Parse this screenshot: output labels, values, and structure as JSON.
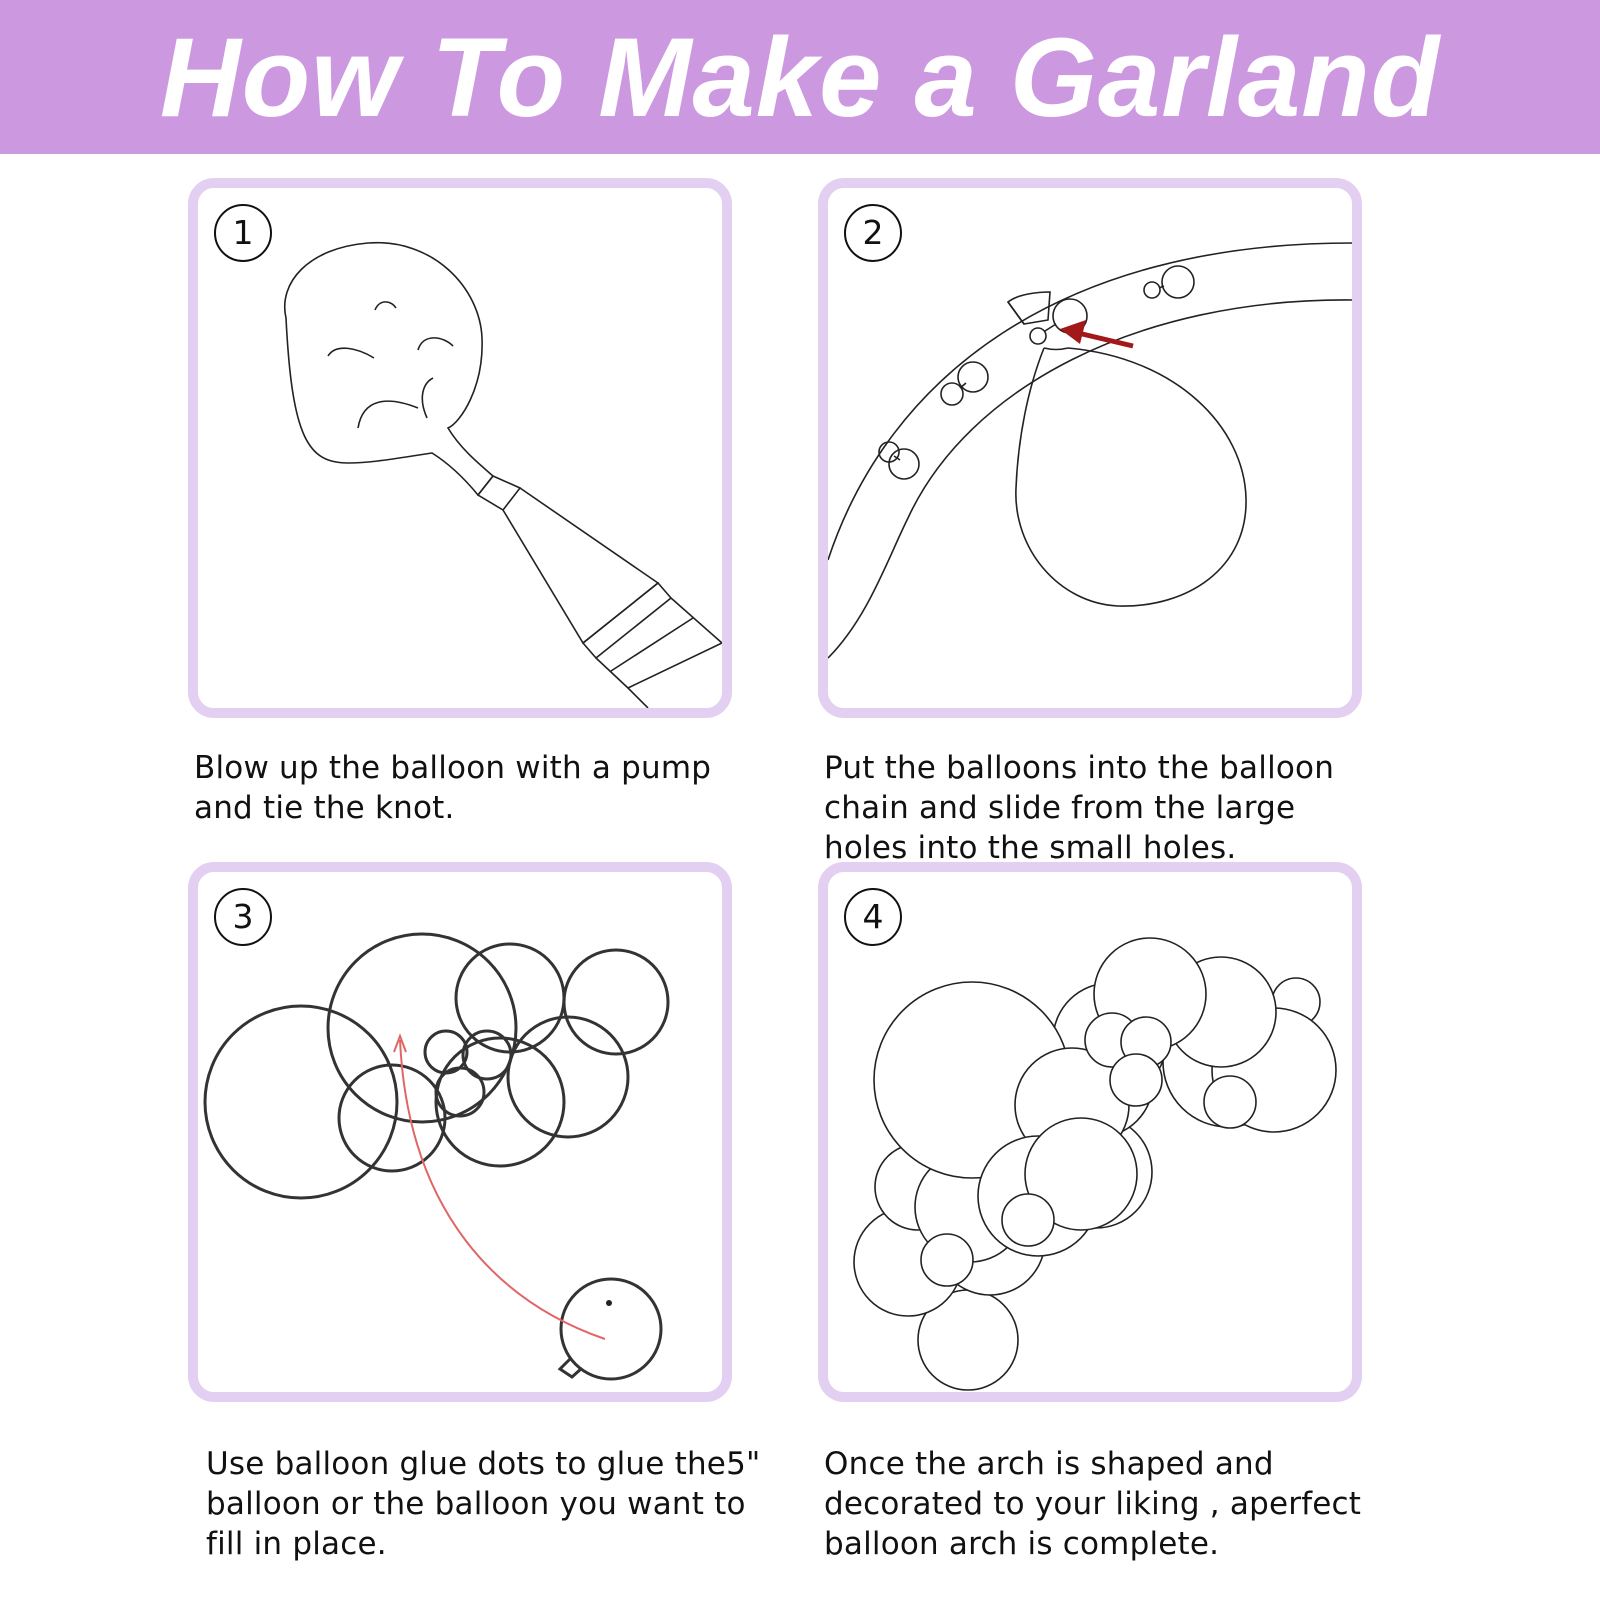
{
  "title": "How To Make a Garland",
  "colors": {
    "header": "#cc99e0",
    "panel_border": "#e2cff1",
    "arrow_dark_red": "#a31818",
    "arrow_red": "#e06666"
  },
  "steps": [
    {
      "number": "1",
      "caption": "Blow up the balloon with a pump and tie the knot."
    },
    {
      "number": "2",
      "caption": "Put the balloons into the balloon chain and slide from the large holes into the small holes."
    },
    {
      "number": "3",
      "caption": "Use balloon glue dots to glue the5\" balloon or the balloon you want to fill in place."
    },
    {
      "number": "4",
      "caption": "Once the arch is shaped and decorated to your liking , aperfect balloon arch is complete."
    }
  ]
}
